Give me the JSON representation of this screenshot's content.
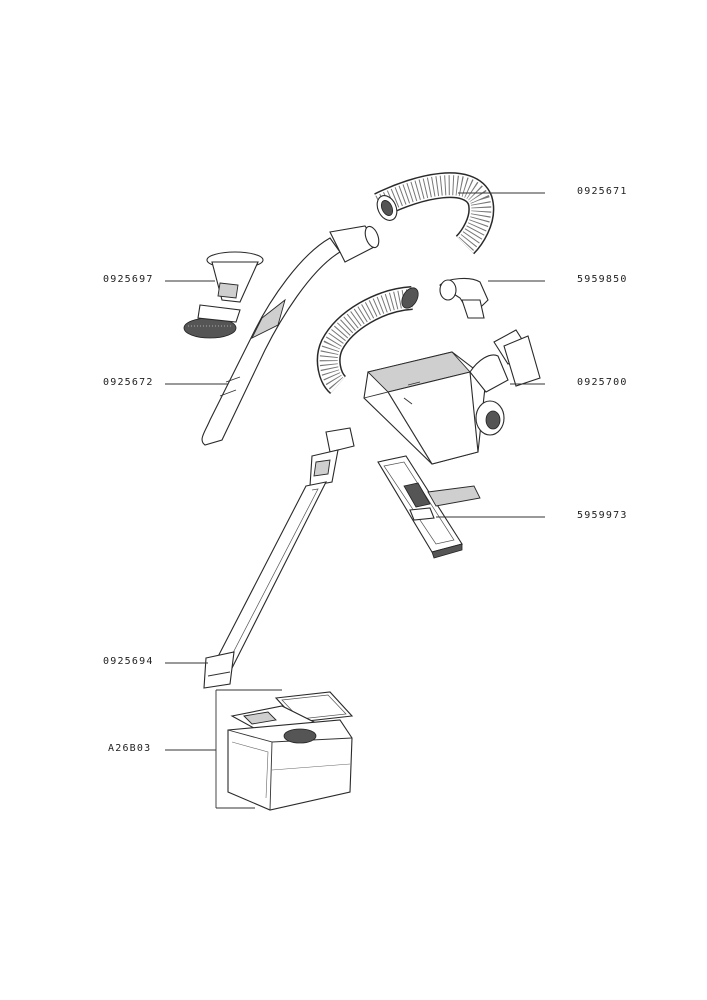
{
  "parts": [
    {
      "id": "hose-flexible",
      "ref": "0925671"
    },
    {
      "id": "brush-nozzle",
      "ref": "0925697"
    },
    {
      "id": "elbow-connector",
      "ref": "5959850"
    },
    {
      "id": "hose-handle",
      "ref": "0925672"
    },
    {
      "id": "floor-nozzle",
      "ref": "0925700"
    },
    {
      "id": "nozzle-sole-plate",
      "ref": "5959973"
    },
    {
      "id": "telescopic-tube",
      "ref": "0925694"
    },
    {
      "id": "dust-bags",
      "ref": "A26B03"
    }
  ]
}
